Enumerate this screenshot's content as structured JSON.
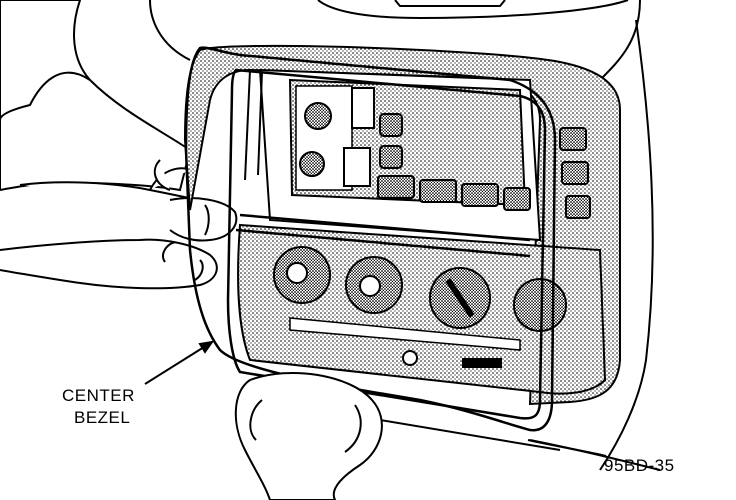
{
  "callouts": {
    "center_bezel_line1": "CENTER",
    "center_bezel_line2": "BEZEL"
  },
  "figure_id": "95BD-35",
  "colors": {
    "ink": "#000000",
    "paper": "#ffffff"
  }
}
